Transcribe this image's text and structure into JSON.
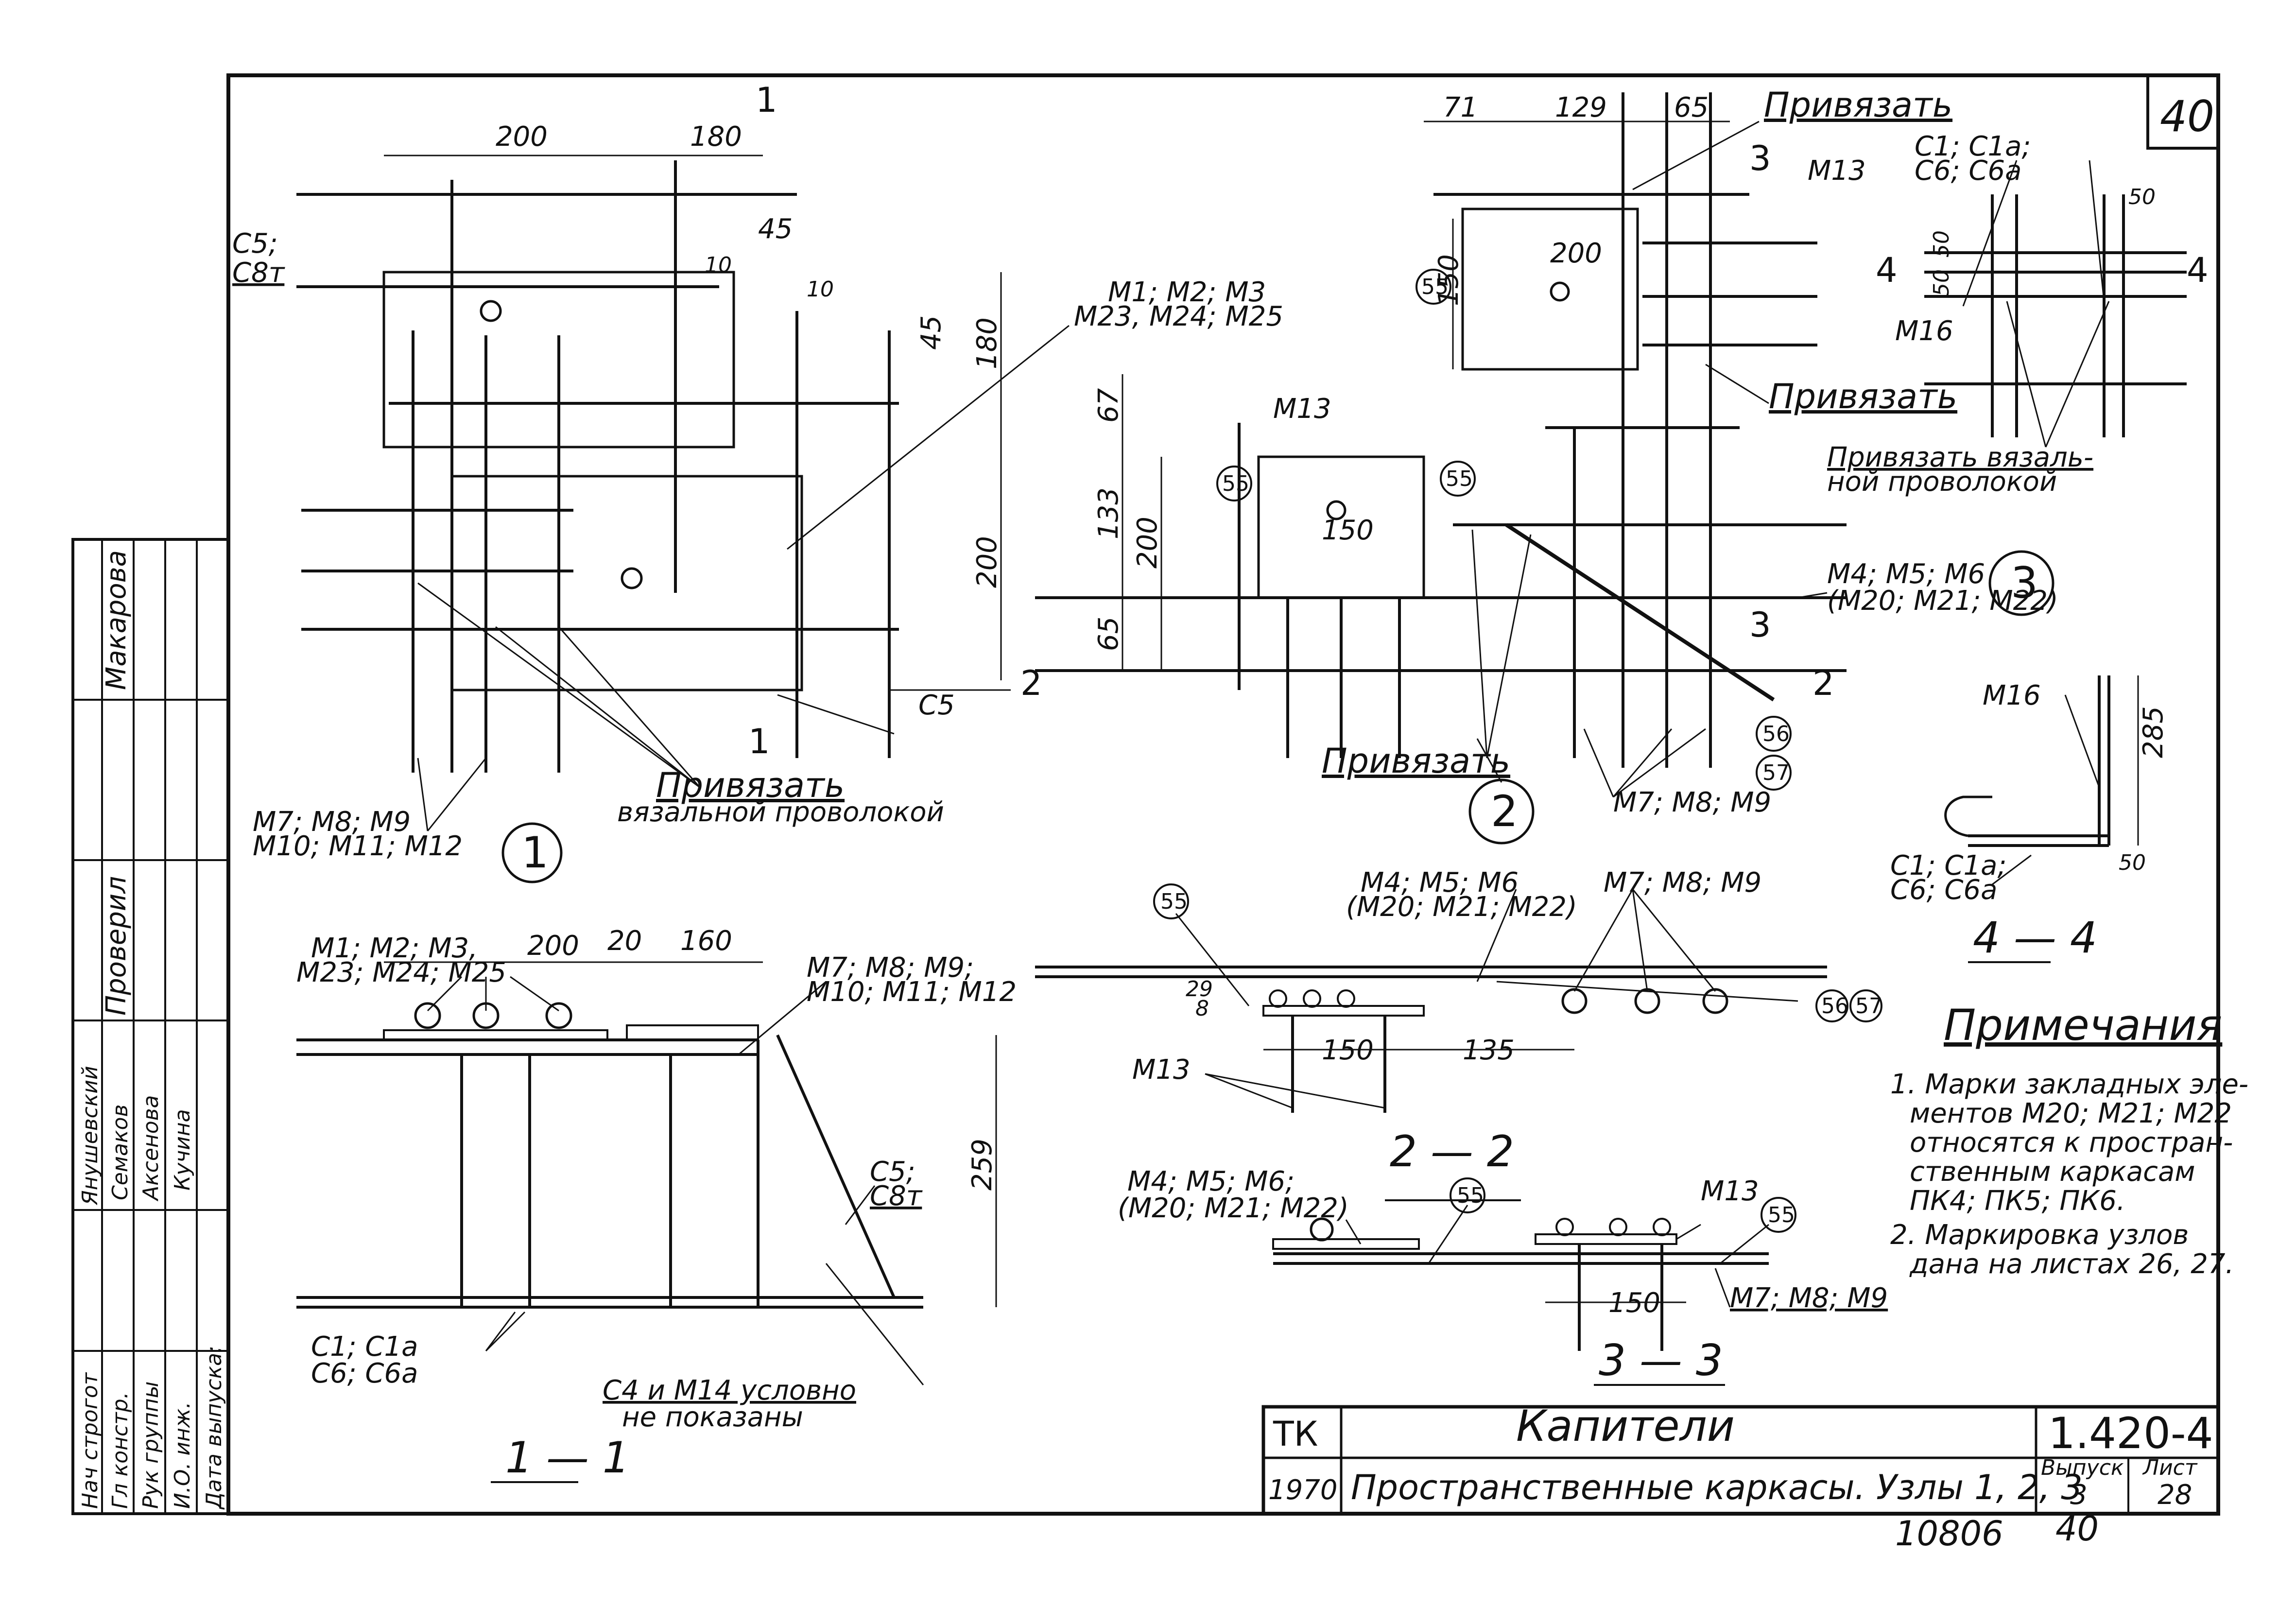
{
  "sheet_number_box": "40",
  "title_block": {
    "code": "ТК",
    "year": "1970",
    "title": "Капители",
    "subtitle": "Пространственные каркасы. Узлы 1, 2, 3",
    "series": "1.420-4",
    "issue_label": "Выпуск",
    "issue": "3",
    "sheet_label": "Лист",
    "sheet": "28"
  },
  "archive_number": "10806",
  "archive_page": "40",
  "signature_block": {
    "roles": [
      "Нач строгот",
      "Гл констр.",
      "Рук группы",
      "И.О. инж.",
      "Дата выпуска:"
    ],
    "names": [
      "Янушевский",
      "Семаков",
      "Аксенова",
      "Кучина"
    ],
    "checked_label": "Проверил",
    "checked_name": "Макарова"
  },
  "node1": {
    "dims": {
      "d200": "200",
      "d180": "180",
      "d10a": "10",
      "d45a": "45",
      "d10b": "10",
      "d45b": "45",
      "d180v": "180",
      "d200v": "200"
    },
    "labels": {
      "c5_c8t_top": "С5;",
      "c5_c8t_bot": "С8т",
      "m_top_1": "М1; М2; М3",
      "m_top_2": "М23, М24; М25",
      "c5": "С5",
      "m_bot_1": "М7; М8; М9",
      "m_bot_2": "М10; М11; М12",
      "tie_1": "Привязать",
      "tie_2": "вязальной проволокой",
      "cut": "1"
    },
    "bubble": "1"
  },
  "node2": {
    "dims": {
      "d71": "71",
      "d129": "129",
      "d65": "65",
      "d150": "150",
      "d200a": "200",
      "d67": "67",
      "d133": "133",
      "d200b": "200",
      "d65b": "65",
      "d150b": "150"
    },
    "labels": {
      "tie_top": "Привязать",
      "m13_top": "М13",
      "tie_mid": "Привязать",
      "m13": "М13",
      "m456_1": "М4; М5; М6",
      "m456_2": "(М20; М21; М22)",
      "tie_bot": "Привязать",
      "m789": "М7; М8; М9",
      "c55a": "55",
      "c55b": "55",
      "c55c": "55",
      "c56": "56",
      "c57": "57",
      "cut2": "2",
      "cut3": "3"
    },
    "bubble": "2"
  },
  "node3": {
    "labels": {
      "c1_1": "С1; С1а;",
      "c1_2": "С6; С6а",
      "m16": "М16",
      "d50a": "50",
      "d50b": "50",
      "d50c": "50",
      "tie_1": "Привязать вязаль-",
      "tie_2": "ной проволокой",
      "cut4": "4"
    },
    "bubble": "3"
  },
  "section11": {
    "labels": {
      "m_top_1": "М1; М2; М3,",
      "m_top_2": "М23; М24; М25",
      "d200": "200",
      "d20": "20",
      "d160": "160",
      "m_right_1": "М7; М8; М9;",
      "m_right_2": "М10; М11; М12",
      "d259": "259",
      "c5": "С5;",
      "c8t": "С8т",
      "c1_1": "С1; С1а",
      "c1_2": "С6; С6а",
      "note_1": "С4 и М14 условно",
      "note_2": "не показаны"
    },
    "caption": "1 — 1"
  },
  "section22": {
    "labels": {
      "m456_1": "М4; М5; М6",
      "m456_2": "(М20; М21; М22)",
      "m789": "М7; М8; М9",
      "c55": "55",
      "d29": "29",
      "d8": "8",
      "m13": "М13",
      "d150": "150",
      "d135": "135",
      "c56": "56",
      "c57": "57"
    },
    "caption": "2 — 2"
  },
  "section33": {
    "labels": {
      "m456_1": "М4; М5; М6;",
      "m456_2": "(М20; М21; М22)",
      "c55a": "55",
      "m13": "М13",
      "c55b": "55",
      "d150": "150",
      "m789": "М7; М8; М9"
    },
    "caption": "3 — 3"
  },
  "section44": {
    "labels": {
      "m16": "М16",
      "d285": "285",
      "d50": "50",
      "c1_1": "С1; С1а;",
      "c1_2": "С6; С6а"
    },
    "caption": "4 — 4"
  },
  "notes": {
    "heading": "Примечания",
    "lines": [
      "1. Марки закладных эле-",
      "ментов М20; М21; М22",
      "относятся к простран-",
      "ственным каркасам",
      "ПК4; ПК5; ПК6.",
      "2. Маркировка узлов",
      "дана на листах 26, 27."
    ]
  }
}
